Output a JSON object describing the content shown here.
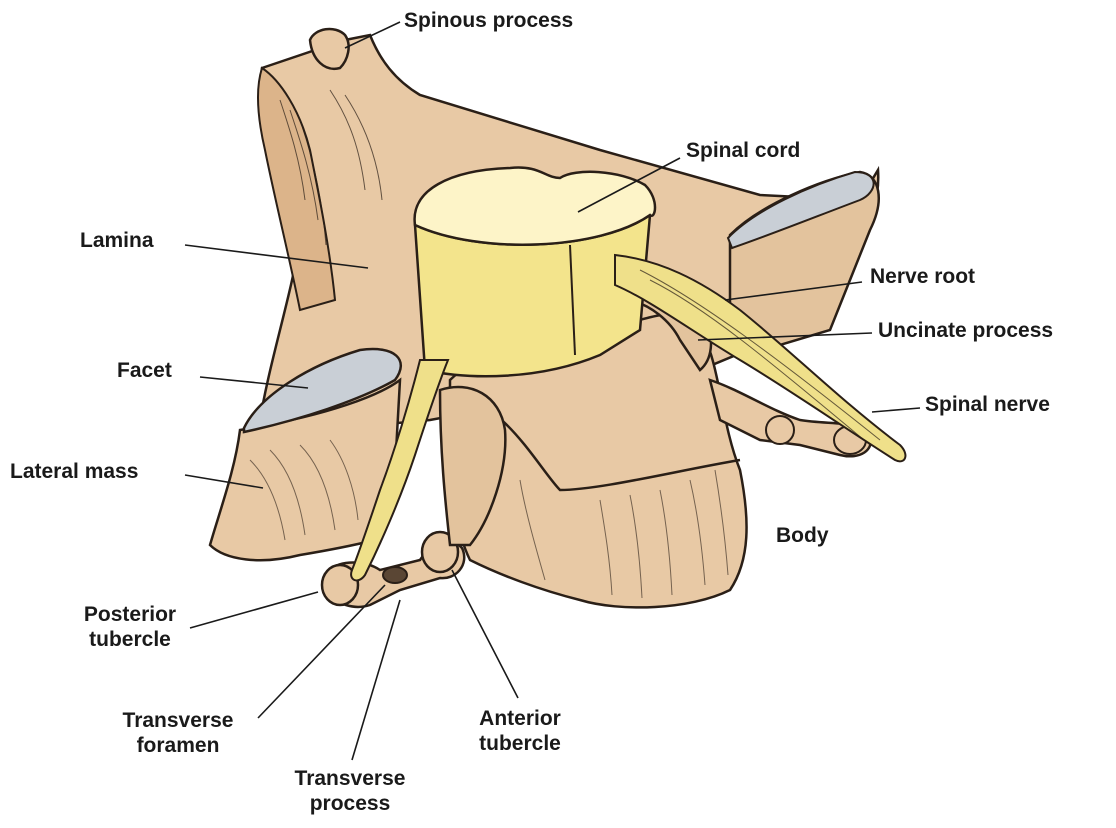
{
  "labels": {
    "spinous_process": "Spinous process",
    "spinal_cord": "Spinal cord",
    "lamina": "Lamina",
    "nerve_root": "Nerve root",
    "uncinate_process": "Uncinate process",
    "facet": "Facet",
    "spinal_nerve": "Spinal nerve",
    "lateral_mass": "Lateral mass",
    "body": "Body",
    "posterior_tubercle": {
      "line1": "Posterior",
      "line2": "tubercle"
    },
    "transverse_foramen": {
      "line1": "Transverse",
      "line2": "foramen"
    },
    "anterior_tubercle": {
      "line1": "Anterior",
      "line2": "tubercle"
    },
    "transverse_process": {
      "line1": "Transverse",
      "line2": "process"
    }
  },
  "colors": {
    "bone": "#e8c9a5",
    "bone_shadow": "#d9b58c",
    "cord_top": "#fdf4c8",
    "cord_side": "#f3e48c",
    "nerve": "#efe08a",
    "facet_cartilage": "#c9cfd6",
    "outline": "#2a1f17",
    "leader": "#1a1a1a"
  }
}
